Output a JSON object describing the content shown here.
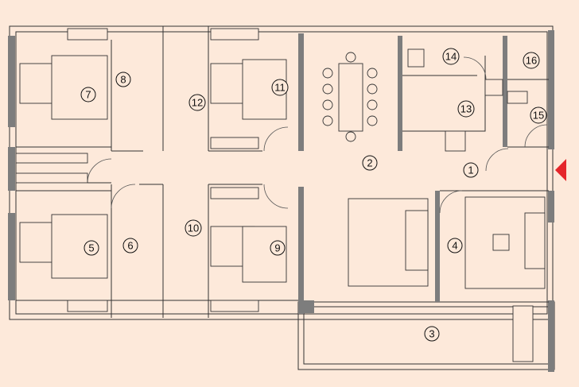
{
  "floor_plan": {
    "rooms": [
      {
        "number": "1"
      },
      {
        "number": "2"
      },
      {
        "number": "3"
      },
      {
        "number": "4"
      },
      {
        "number": "5"
      },
      {
        "number": "6"
      },
      {
        "number": "7"
      },
      {
        "number": "8"
      },
      {
        "number": "9"
      },
      {
        "number": "10"
      },
      {
        "number": "11"
      },
      {
        "number": "12"
      },
      {
        "number": "13"
      },
      {
        "number": "14"
      },
      {
        "number": "15"
      },
      {
        "number": "16"
      }
    ],
    "colors": {
      "background": "#fde9da",
      "walls": "#7d7d7d",
      "entry_arrow": "#e5262b"
    },
    "entry_icon": "entry-arrow-icon"
  }
}
